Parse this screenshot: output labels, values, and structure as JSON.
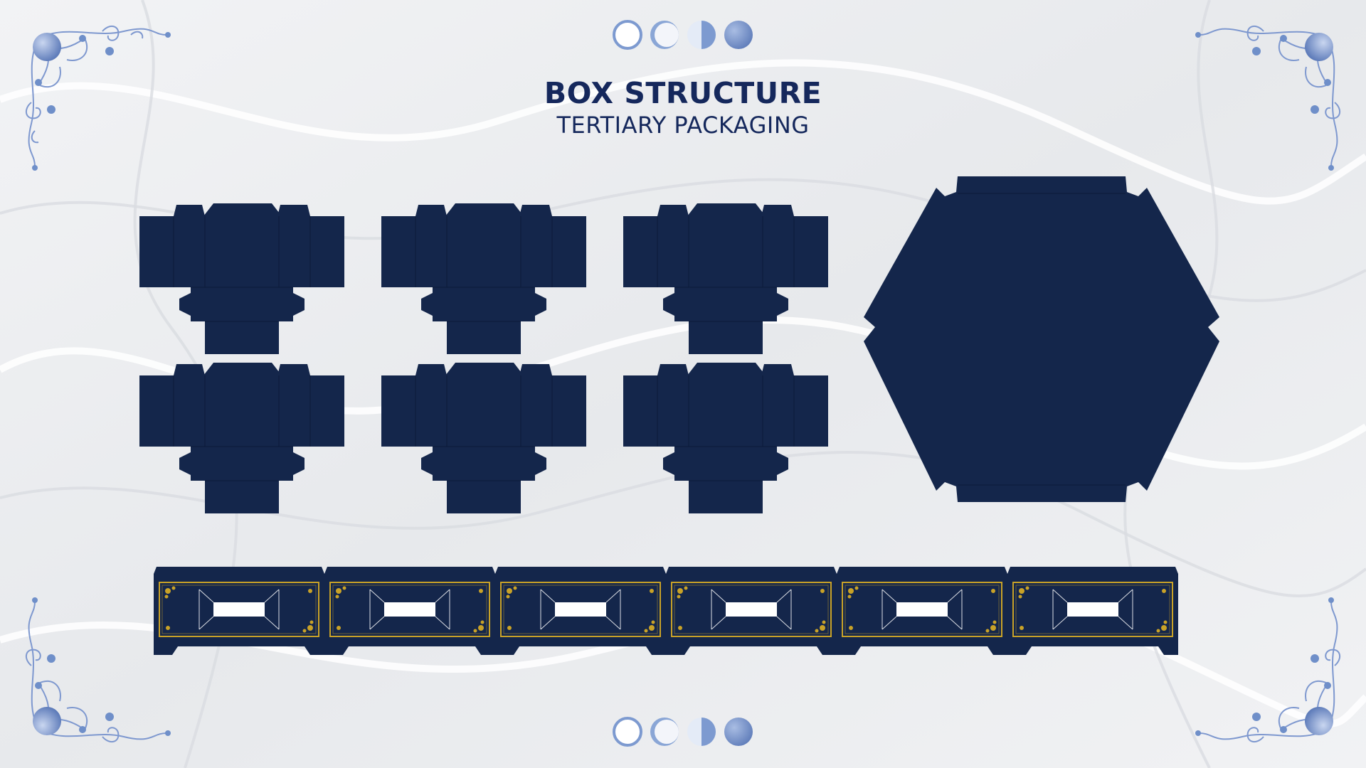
{
  "title": "BOX STRUCTURE",
  "subtitle": "TERTIARY PACKAGING",
  "colors": {
    "navy": "#14264b",
    "title": "#15285c",
    "gold": "#c9a227",
    "ornament_blue": "#6f8fc9",
    "background": "#eeeff1"
  },
  "moon_icons": [
    "new-moon-ring-icon",
    "crescent-moon-icon",
    "half-moon-icon",
    "full-moon-icon"
  ],
  "dieline_count": 6,
  "strip_panel_count": 6
}
